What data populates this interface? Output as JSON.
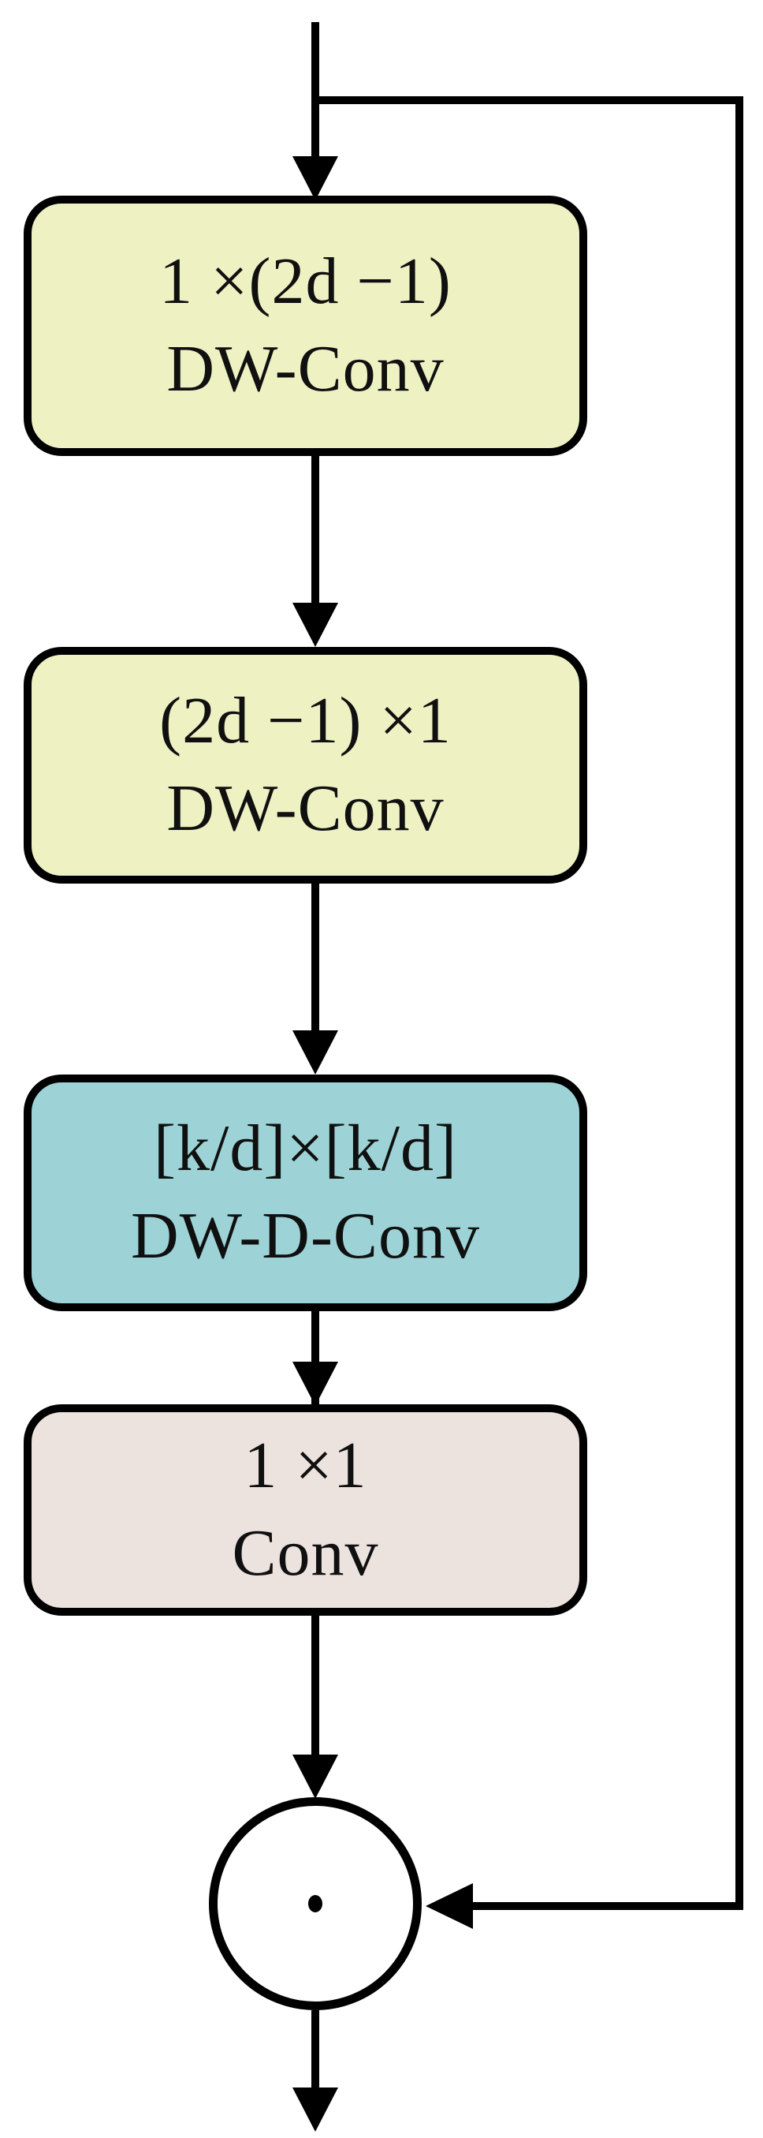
{
  "figure": {
    "description": "Multi-scale depth-wise convolution attention block diagram",
    "colors": {
      "background": "#ffffff",
      "stroke": "#000000",
      "dwconv_fill": "#eef2c3",
      "dwdconv_fill": "#9dd3d7",
      "conv_fill": "#ece3df"
    },
    "nodes": [
      {
        "id": "dwconv-horizontal",
        "line1": "1 ×(2d −1)",
        "line2": "DW-Conv",
        "fill": "#eef2c3"
      },
      {
        "id": "dwconv-vertical",
        "line1": "(2d −1) ×1",
        "line2": "DW-Conv",
        "fill": "#eef2c3"
      },
      {
        "id": "dwdconv",
        "line1": "[k/d]×[k/d]",
        "line2": "DW-D-Conv",
        "fill": "#9dd3d7"
      },
      {
        "id": "conv-1x1",
        "line1": "1 ×1",
        "line2": "Conv",
        "fill": "#ece3df"
      }
    ],
    "operator": {
      "icon": "dot-product-icon",
      "symbol": "·",
      "meaning": "element-wise multiplication with skip connection"
    },
    "edges": [
      "input-to-dwconv-horizontal",
      "dwconv-horizontal-to-dwconv-vertical",
      "dwconv-vertical-to-dwdconv",
      "dwdconv-to-conv-1x1",
      "conv-1x1-to-operator",
      "skip-connection-input-to-operator",
      "operator-to-output"
    ]
  }
}
